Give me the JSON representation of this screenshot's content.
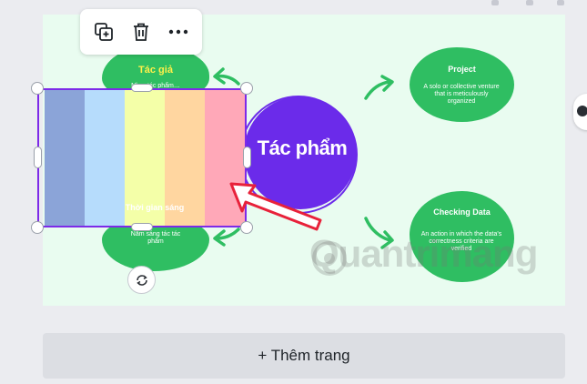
{
  "toolbar": {
    "duplicate_icon": "duplicate-icon",
    "delete_icon": "trash-icon",
    "more_icon": "more-icon"
  },
  "mindmap": {
    "center_label": "Tác phẩm",
    "node_tac_gia": {
      "title": "Tác giả",
      "text": "Nh… tác phẩm…"
    },
    "node_thoi_gian": {
      "title": "Thời gian sáng",
      "text": "Năm sáng tác tác phẩm"
    },
    "node_project": {
      "title": "Project",
      "text": "A solo or collective venture that is meticulously organized"
    },
    "node_checking": {
      "title": "Checking Data",
      "text": "An action in which the data's correctness criteria are verified"
    }
  },
  "selected_shape": {
    "stripe_colors": [
      "#8ba4d8",
      "#b6dcfc",
      "#f4ffa8",
      "#ffd6a0",
      "#ffa8b8"
    ]
  },
  "add_page_label": "+ Thêm trang",
  "watermark_text": "Quantrimang",
  "colors": {
    "canvas_bg": "#e9fcf0",
    "node_green": "#2fbe62",
    "center_purple": "#6b2bea",
    "selection_purple": "#7d2ae8",
    "arrow_red": "#e8213a"
  }
}
